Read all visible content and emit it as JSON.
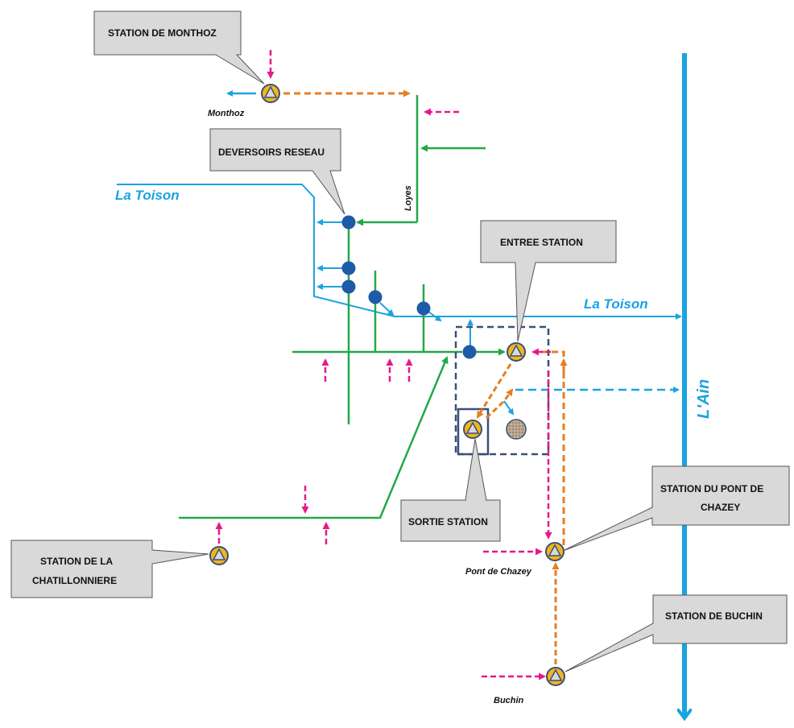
{
  "callouts": {
    "monthoz": "STATION DE MONTHOZ",
    "deversoirs": "DEVERSOIRS RESEAU",
    "entree": "ENTREE STATION",
    "sortie": "SORTIE STATION",
    "pont_chazey_line1": "STATION DU PONT DE",
    "pont_chazey_line2": "CHAZEY",
    "chatillonniere_line1": "STATION DE LA",
    "chatillonniere_line2": "CHATILLONNIERE",
    "buchin": "STATION DE BUCHIN"
  },
  "labels": {
    "monthoz": "Monthoz",
    "loyes": "Loyes",
    "la_toison_left": "La Toison",
    "la_toison_right": "La Toison",
    "lain": "L'Ain",
    "pont_de_chazey": "Pont de Chazey",
    "buchin": "Buchin"
  },
  "colors": {
    "river": "#1aa3e0",
    "network": "#22a84a",
    "pumped": "#e67e22",
    "inflow": "#e6198a",
    "deversoir": "#1f5aa8",
    "station_fill": "#f2b51e",
    "box": "#3b5078",
    "callout_fill": "#d9d9d9"
  }
}
